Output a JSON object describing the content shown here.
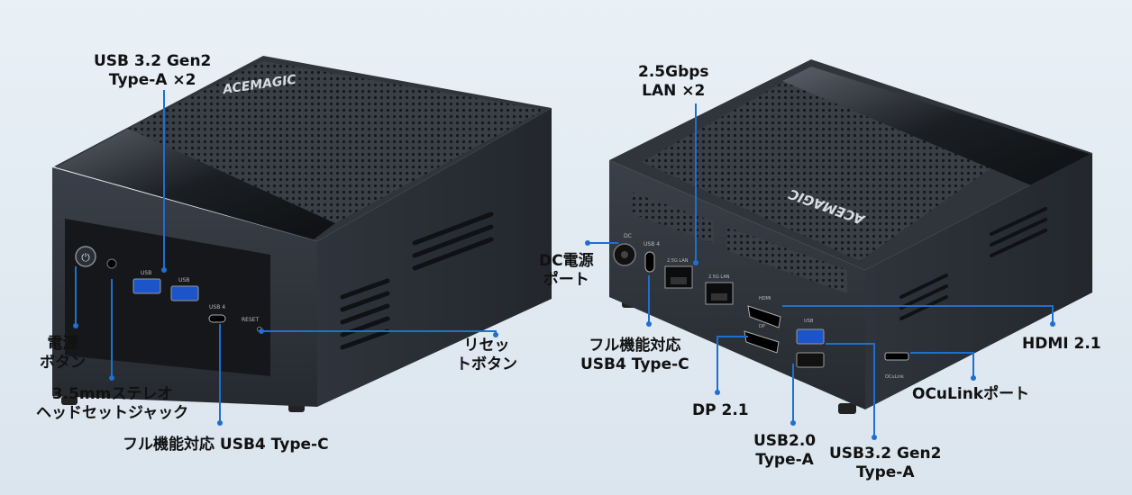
{
  "brand": "ACEMAGIC",
  "colors": {
    "accent_line": "#1f6fd1",
    "device_body": "#2b3038",
    "background": "#e3ebf2"
  },
  "front_view": {
    "labels": {
      "usb32_line1": "USB 3.2 Gen2",
      "usb32_line2": "Type-A ×2",
      "power_line1": "電源",
      "power_line2": "ボタン",
      "audio_line1": "3.5mmステレオ",
      "audio_line2": "ヘッドセットジャック",
      "usb4": "フル機能対応 USB4 Type-C",
      "reset_line1": "リセッ",
      "reset_line2": "トボタン"
    },
    "port_marks": {
      "usb1": "USB",
      "usb2": "USB",
      "usb4": "USB 4",
      "reset": "RESET"
    }
  },
  "rear_view": {
    "labels": {
      "lan_line1": "2.5Gbps",
      "lan_line2": "LAN ×2",
      "dc_line1": "DC電源",
      "dc_line2": "ポート",
      "usb4_line1": "フル機能対応",
      "usb4_line2": "USB4 Type-C",
      "dp": "DP 2.1",
      "usb20_line1": "USB2.0",
      "usb20_line2": "Type-A",
      "usb32_line1": "USB3.2 Gen2",
      "usb32_line2": "Type-A",
      "hdmi": "HDMI 2.1",
      "oculink": "OCuLinkポート"
    },
    "port_marks": {
      "dc": "DC",
      "usb4": "USB 4",
      "lan1": "2.5G LAN",
      "lan2": "2.5G LAN",
      "hdmi": "HDMI",
      "dp": "DP",
      "usb": "USB",
      "oculink": "OCuLink"
    }
  }
}
